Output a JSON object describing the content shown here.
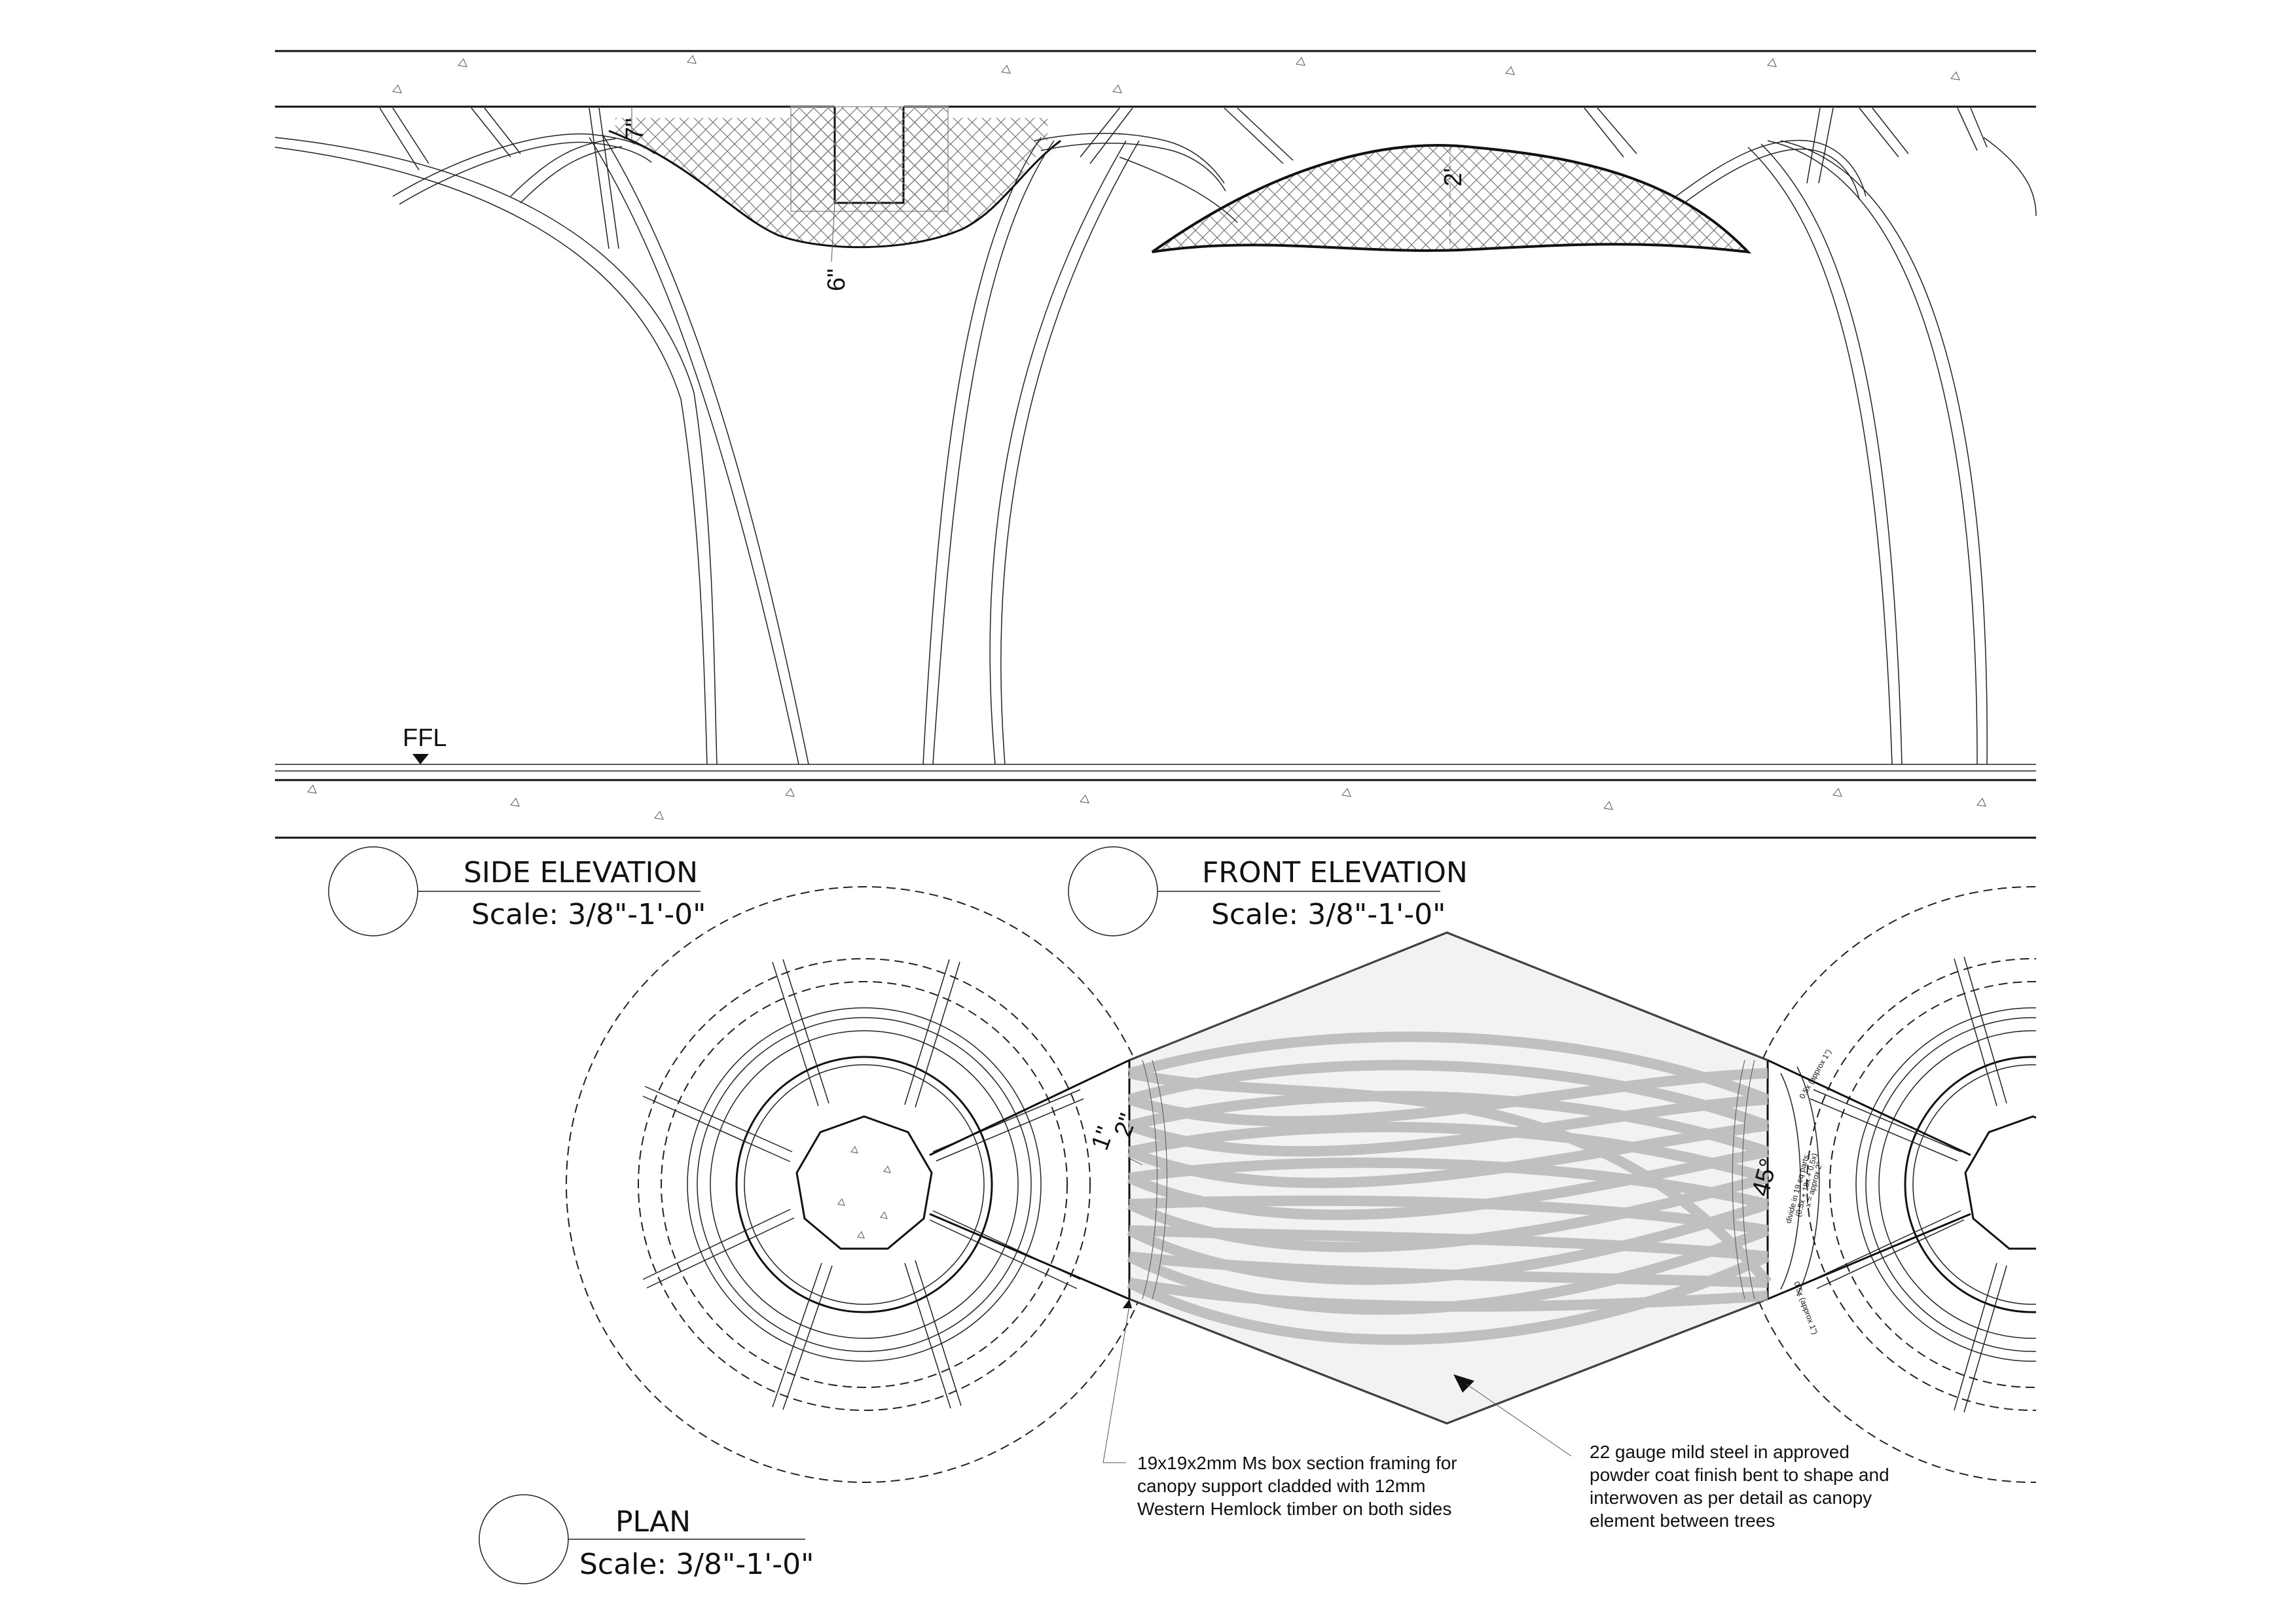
{
  "level_marker": "FFL",
  "dimensions": {
    "side_top_gap": "7\"",
    "side_trough": "6\"",
    "front_canopy_depth": "2'",
    "plan_edge_offset": "1\"",
    "plan_edge_offset_2": "2\"",
    "plan_angle": "45°",
    "plan_dim_1": "0.5x (approx 1\")",
    "plan_dim_2": "divide in 19 eq parts",
    "plan_dim_3": "(0.5x + 18x + 0.5x)",
    "plan_dim_4": "x = approx 2\"",
    "plan_dim_5": "0.5x (approx 1\")"
  },
  "views": {
    "side": {
      "title": "SIDE ELEVATION",
      "scale": "Scale: 3/8\"-1'-0\""
    },
    "front": {
      "title": "FRONT ELEVATION",
      "scale": "Scale: 3/8\"-1'-0\""
    },
    "plan": {
      "title": "PLAN",
      "scale": "Scale: 3/8\"-1'-0\""
    }
  },
  "notes": {
    "framing": [
      "19x19x2mm Ms box section framing for",
      "canopy support cladded with 12mm",
      "Western Hemlock timber on both sides"
    ],
    "canopy": [
      "22 gauge mild steel in approved",
      "powder coat finish bent to shape and",
      "interwoven as per detail as canopy",
      "element between trees"
    ]
  }
}
